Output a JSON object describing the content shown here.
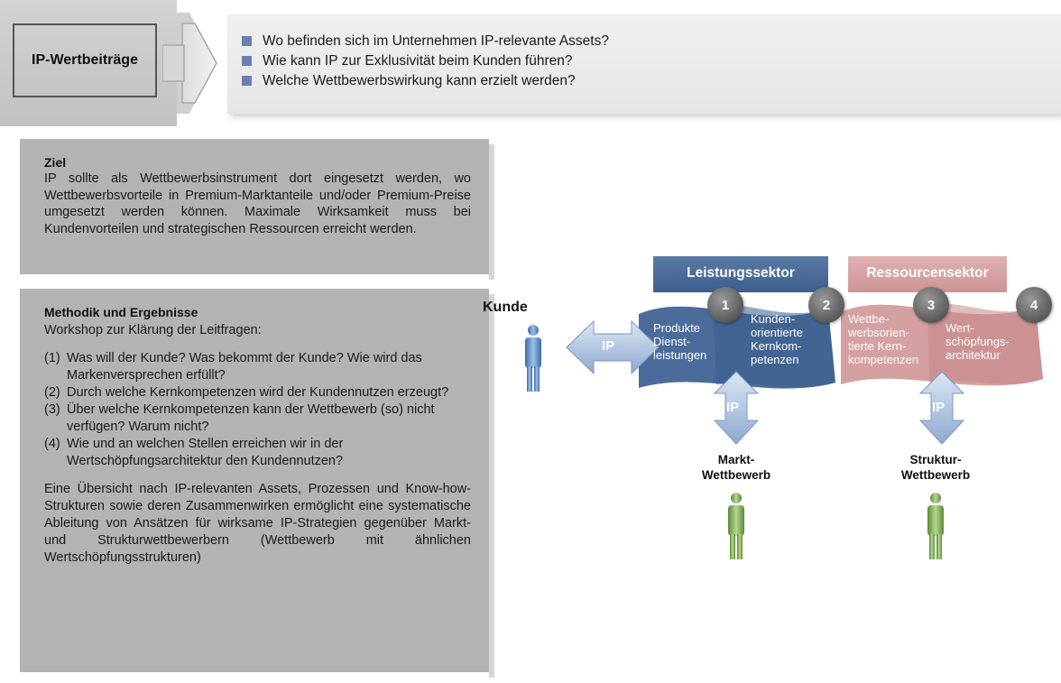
{
  "header": {
    "title": "IP-Wertbeiträge",
    "questions": [
      "Wo befinden sich im Unternehmen IP-relevante Assets?",
      "Wie kann IP zur Exklusivität beim Kunden führen?",
      "Welche Wettbewerbswirkung kann erzielt werden?"
    ],
    "bullet_color": "#6a7fae"
  },
  "ziel": {
    "heading": "Ziel",
    "text": "IP sollte als Wettbewerbsinstrument dort eingesetzt werden, wo Wettbewerbsvorteile in Premium-Marktanteile und/oder Premium-Preise umgesetzt werden können. Maximale Wirksamkeit muss bei Kundenvorteilen und strategischen Ressourcen erreicht werden."
  },
  "methodik": {
    "heading": "Methodik und Ergebnisse",
    "intro": "Workshop zur Klärung der Leitfragen:",
    "questions": [
      {
        "num": "(1)",
        "text": "Was will der Kunde? Was bekommt der Kunde? Wie wird das Markenversprechen erfüllt?"
      },
      {
        "num": "(2)",
        "text": "Durch welche Kernkompetenzen wird der Kundennutzen erzeugt?"
      },
      {
        "num": "(3)",
        "text": "Über welche Kernkompetenzen kann der Wettbewerb (so) nicht verfügen? Warum nicht?"
      },
      {
        "num": "(4)",
        "text": "Wie und an welchen Stellen erreichen wir in der Wertschöpfungsarchitektur den Kundennutzen?"
      }
    ],
    "summary": "Eine Übersicht nach IP-relevanten Assets, Prozessen und Know-how-Strukturen sowie deren Zusammenwirken ermöglicht eine systematische Ableitung von Ansätzen für wirksame IP-Strategien gegenüber Markt- und Strukturwettbewerbern (Wettbewerb mit ähnlichen Wertschöpfungsstrukturen)"
  },
  "diagram": {
    "kunde_label": "Kunde",
    "leistungssektor": "Leistungssektor",
    "ressourcensektor": "Ressourcensektor",
    "colors": {
      "blue": "#4e6f9c",
      "blue_dark": "#3b5a85",
      "pink": "#d9a2a3",
      "pink_dark": "#c98c8d",
      "person_blue": "#5f87c0",
      "person_green": "#7ea05a"
    },
    "circles": [
      "1",
      "2",
      "3",
      "4"
    ],
    "cells": [
      "Produkte\nDienst-\nleistungen",
      "Kunden-\norientierte\nKernkom-\npetenzen",
      "Wettbe-\nwerbsorien-\ntierte Kern-\nkompetenzen",
      "Wert-\nschöpfungs-\narchitektur"
    ],
    "ip_label": "IP",
    "markt_label": "Markt-\nWettbewerb",
    "struktur_label": "Struktur-\nWettbewerb"
  }
}
